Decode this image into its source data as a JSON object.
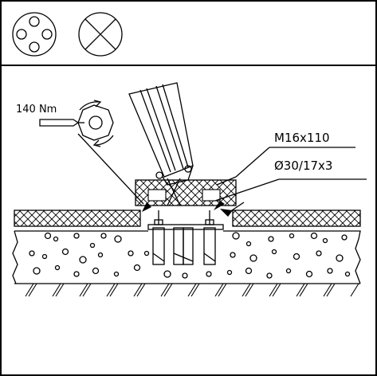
{
  "annotations": {
    "torque": "140 Nm",
    "bolt_size": "M16x110",
    "washer_size": "Ø30/17x3"
  },
  "colors": {
    "line": "#000000",
    "background": "#ffffff"
  },
  "icons": {
    "top_left": "four-circle-pattern-icon",
    "top_center": "cross-x-icon",
    "torque": "torque-wrench-icon"
  }
}
